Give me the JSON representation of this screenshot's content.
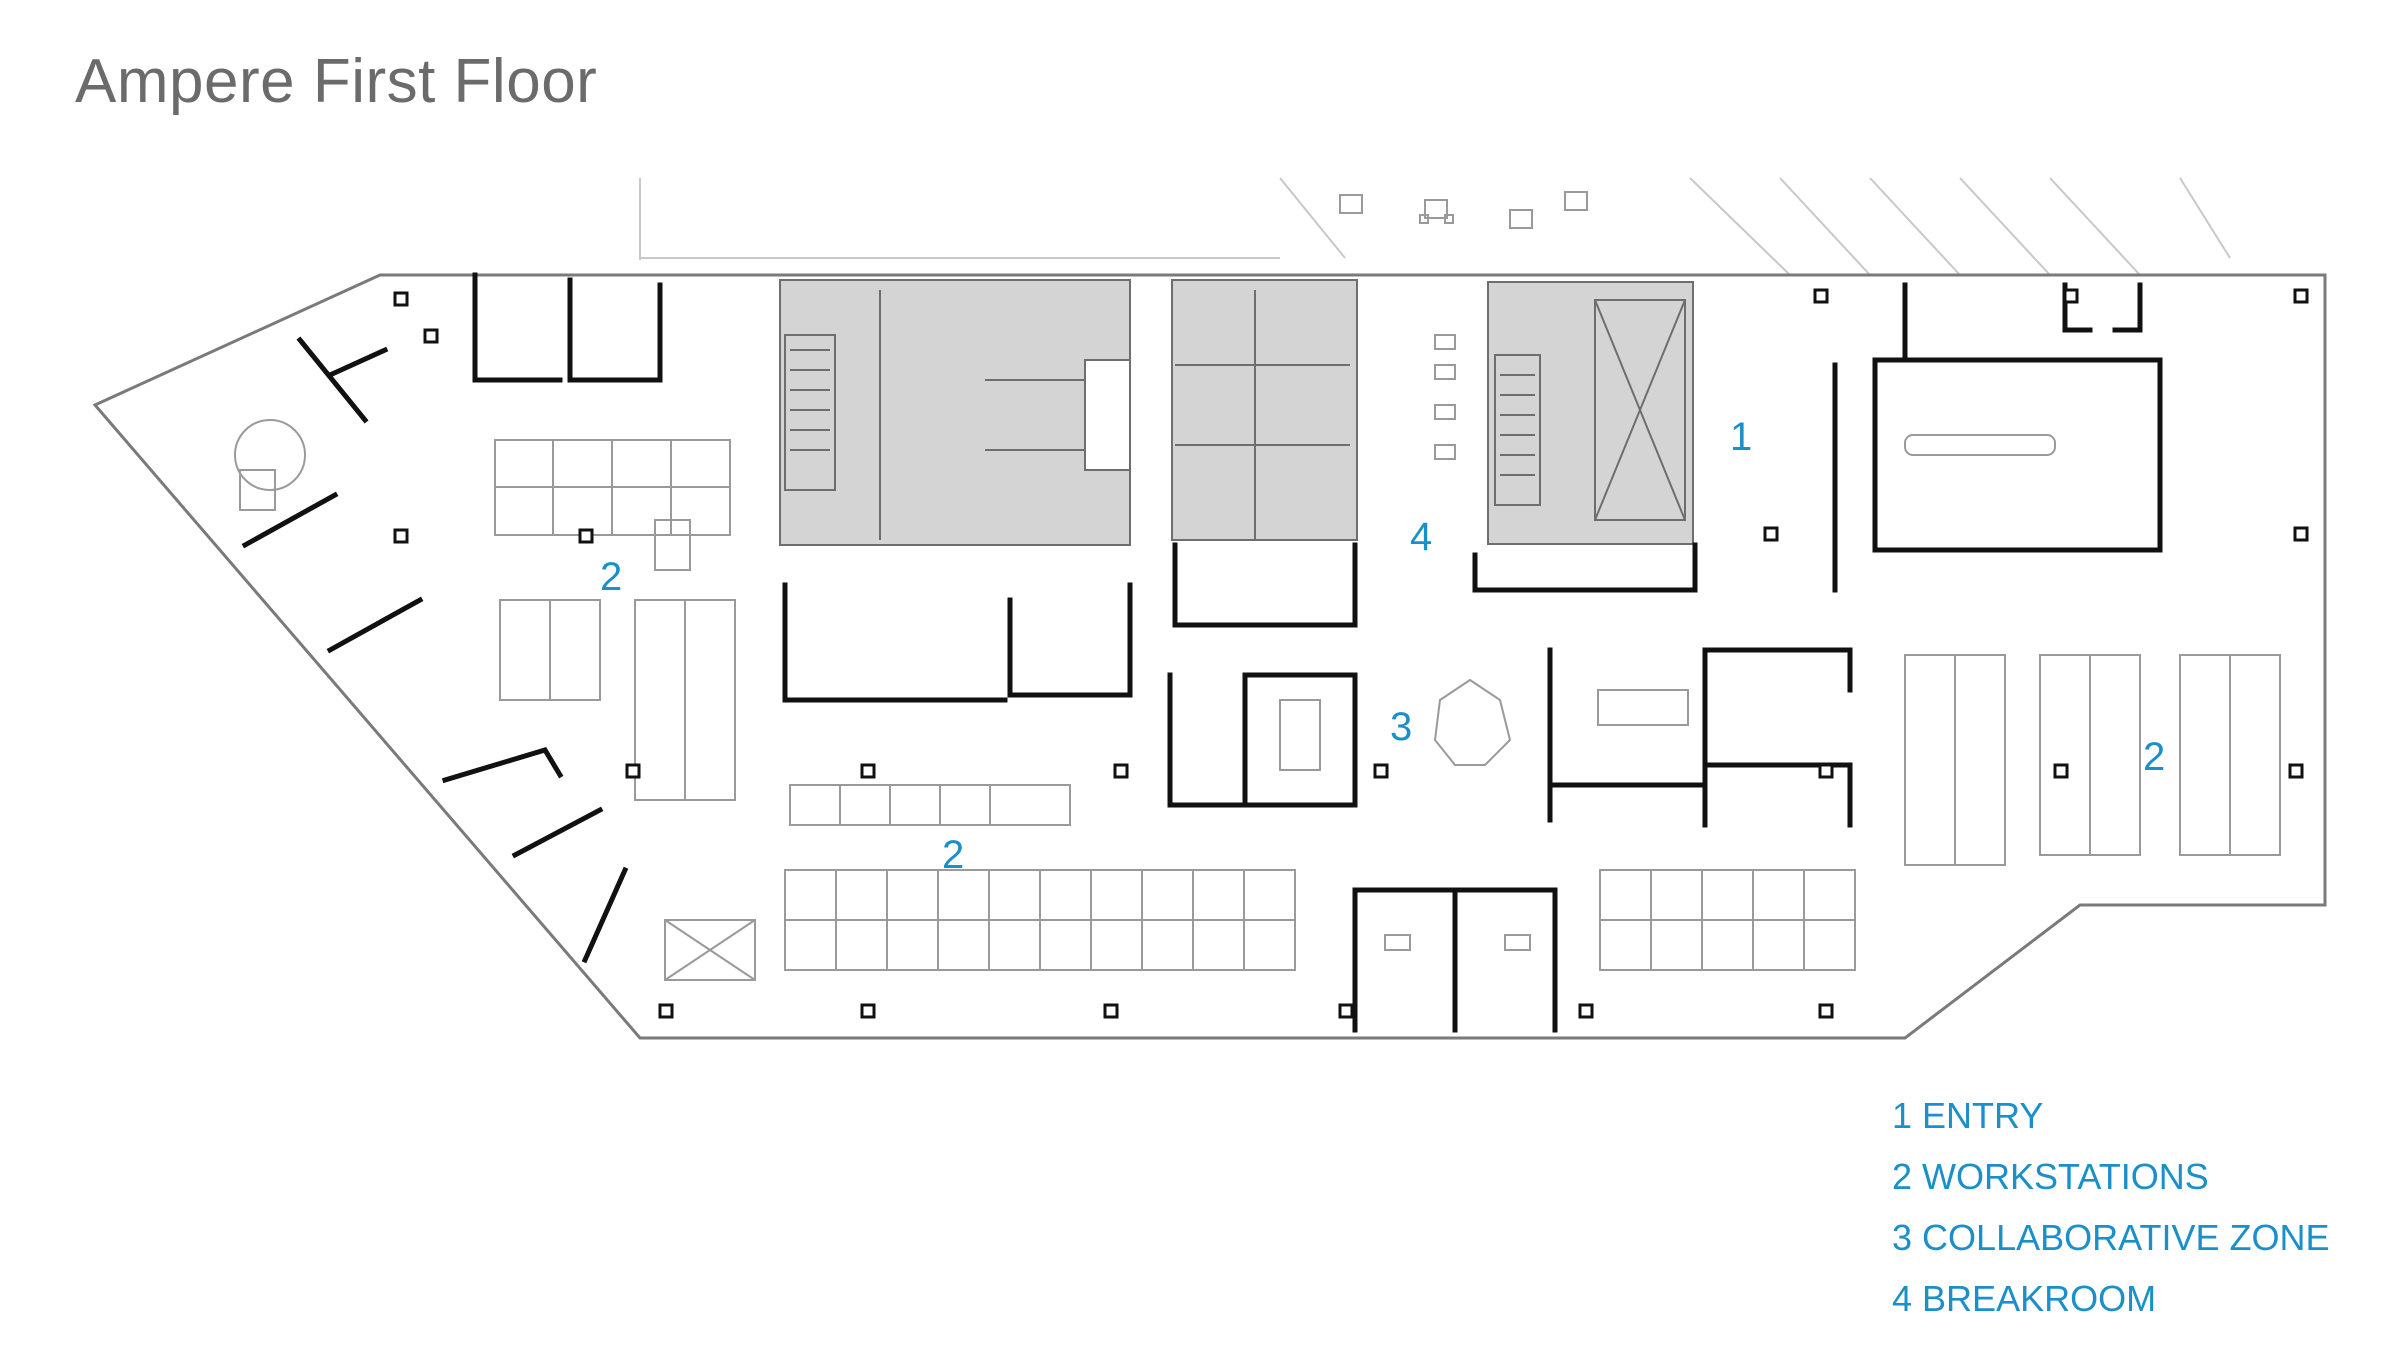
{
  "title": "Ampere First Floor",
  "zones": [
    {
      "number": "1",
      "name": "ENTRY"
    },
    {
      "number": "2",
      "name": "WORKSTATIONS"
    },
    {
      "number": "3",
      "name": "COLLABORATIVE ZONE"
    },
    {
      "number": "4",
      "name": "BREAKROOM"
    }
  ],
  "plan_labels": {
    "entry": "1",
    "workstations_left": "2",
    "workstations_center": "2",
    "workstations_right": "2",
    "collaborative": "3",
    "breakroom": "4"
  },
  "colors": {
    "accent": "#1a8fc9",
    "core_fill": "#d4d4d4",
    "wall": "#111111",
    "furniture": "#9a9a9a"
  }
}
